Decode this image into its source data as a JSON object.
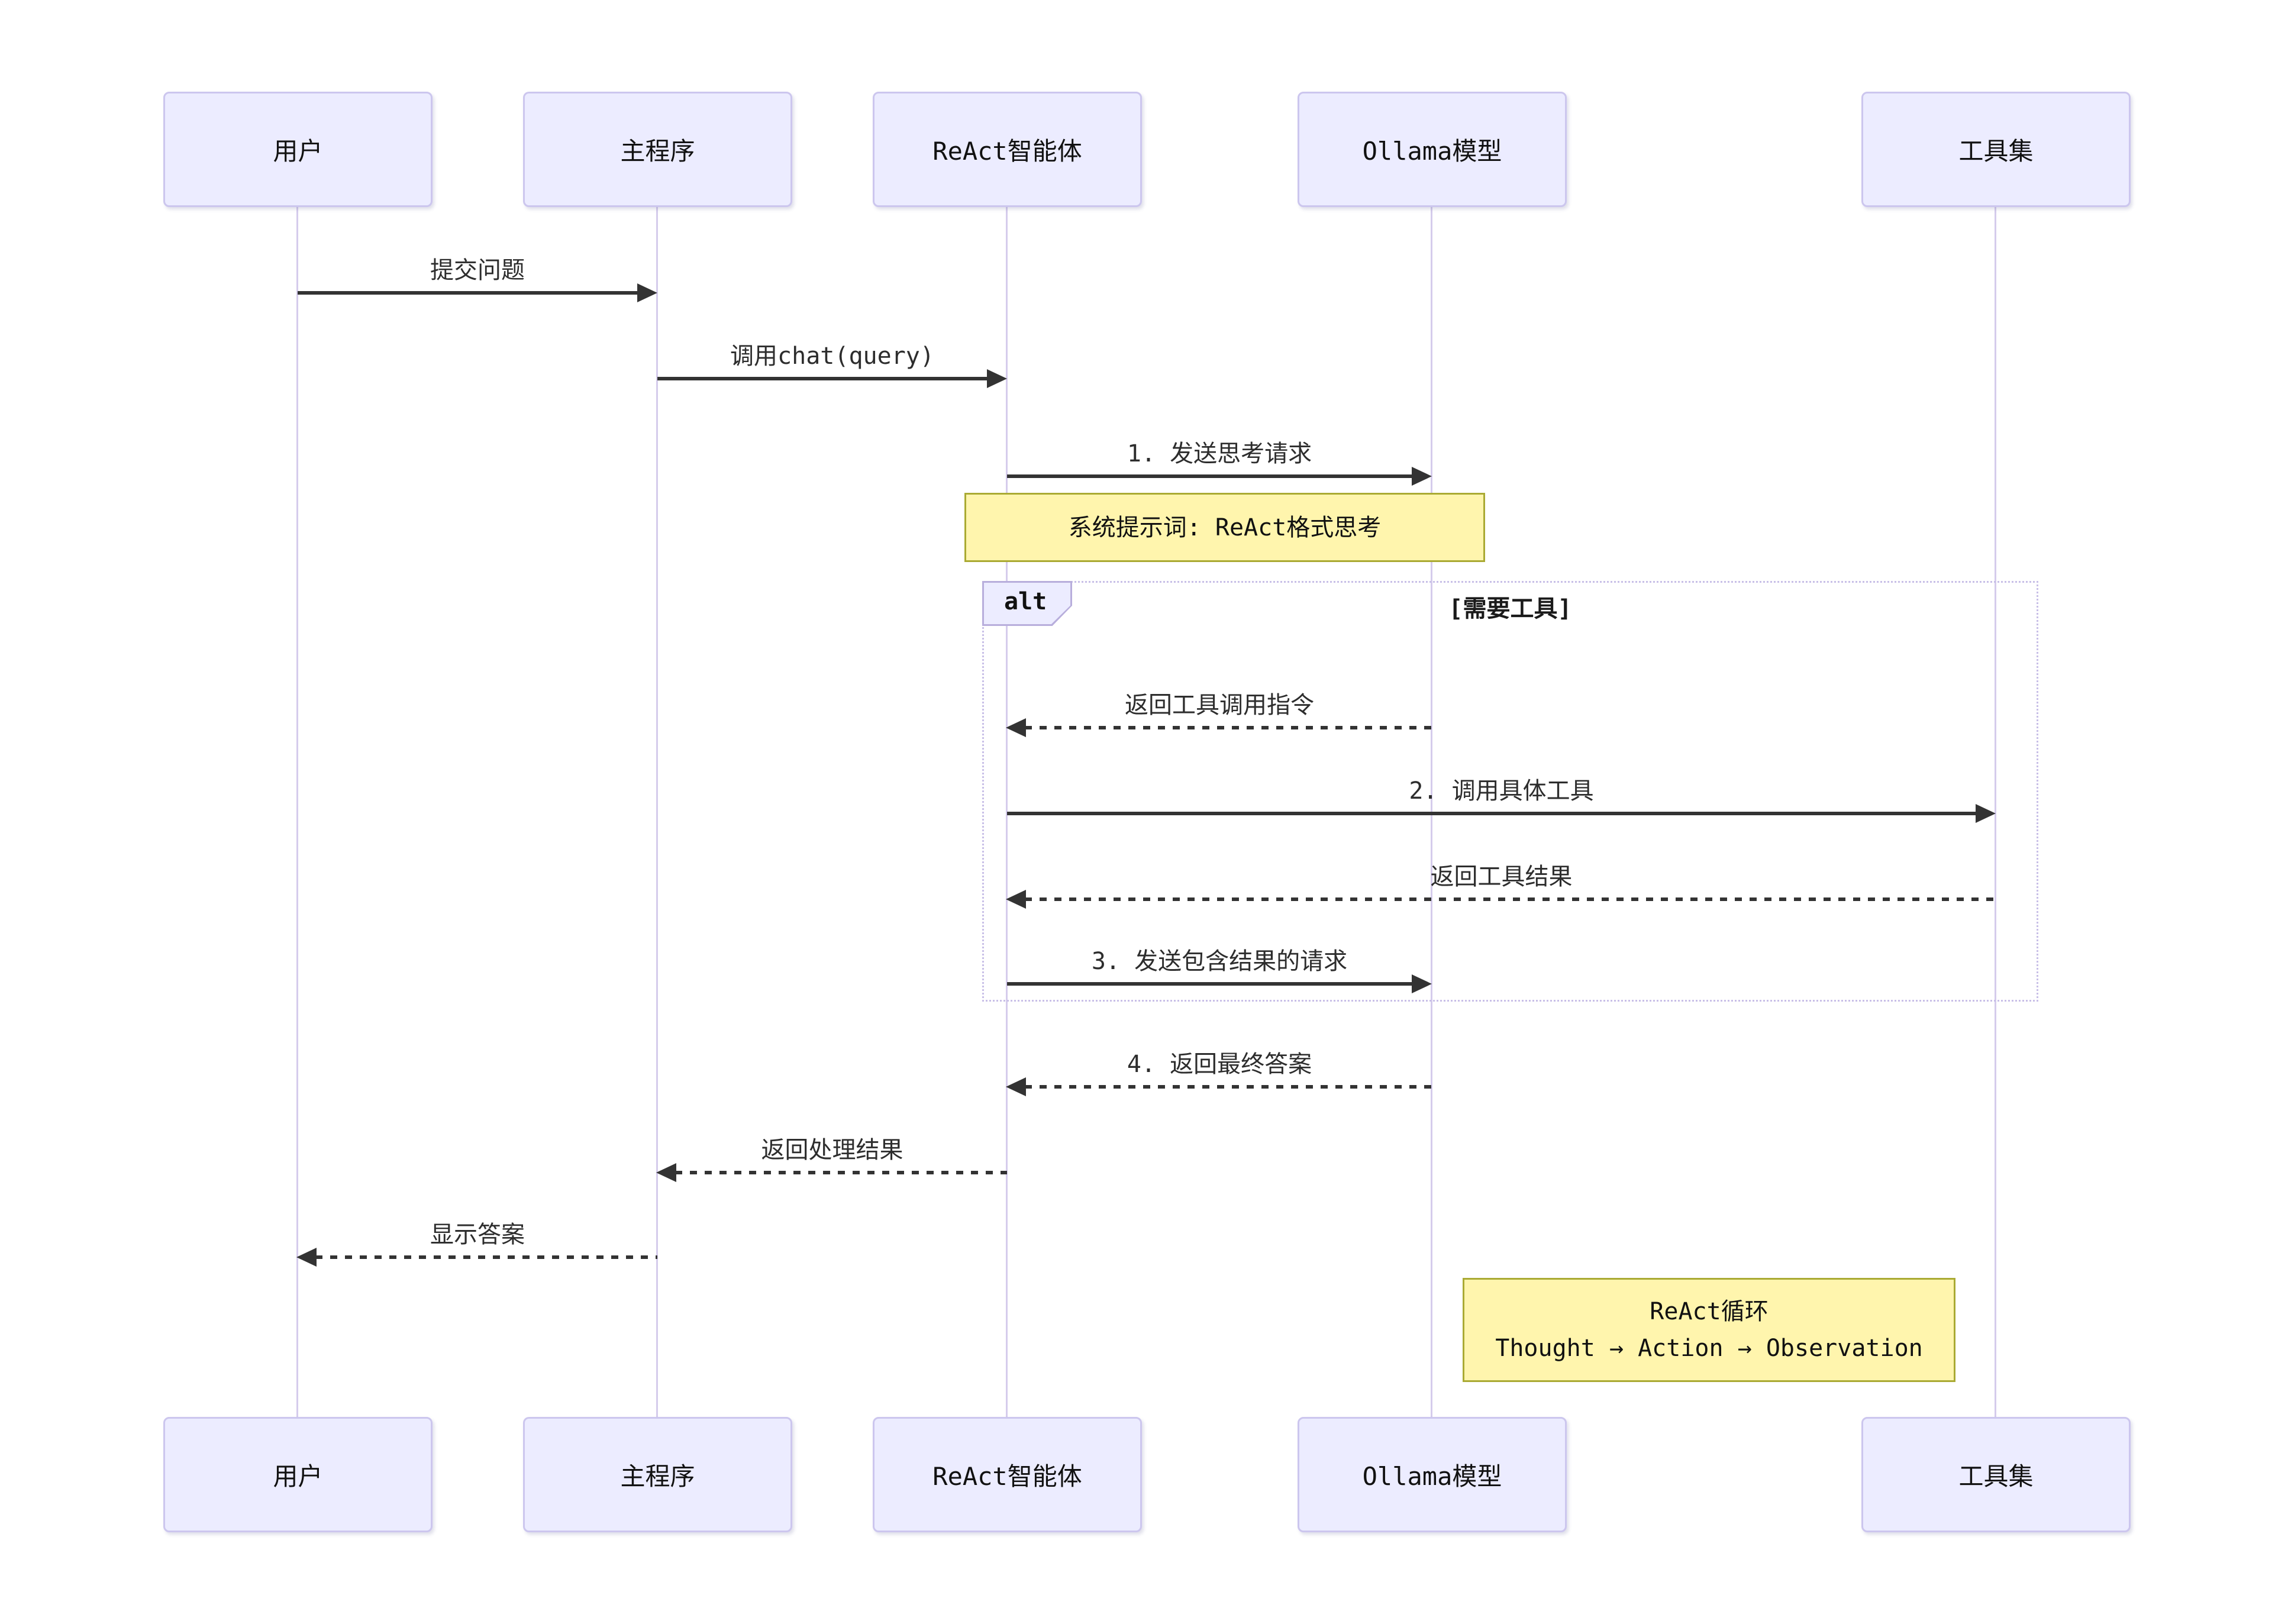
{
  "diagram_type": "sequence-diagram",
  "actors": [
    {
      "id": "user",
      "label": "用户"
    },
    {
      "id": "main",
      "label": "主程序"
    },
    {
      "id": "react",
      "label": "ReAct智能体"
    },
    {
      "id": "ollama",
      "label": "Ollama模型"
    },
    {
      "id": "tools",
      "label": "工具集"
    }
  ],
  "messages": [
    {
      "label": "提交问题",
      "from": "用户",
      "to": "主程序",
      "line": "solid"
    },
    {
      "label": "调用chat(query)",
      "from": "主程序",
      "to": "ReAct智能体",
      "line": "solid"
    },
    {
      "label": "1. 发送思考请求",
      "from": "ReAct智能体",
      "to": "Ollama模型",
      "line": "solid"
    },
    {
      "label": "返回工具调用指令",
      "from": "Ollama模型",
      "to": "ReAct智能体",
      "line": "dashed"
    },
    {
      "label": "2. 调用具体工具",
      "from": "ReAct智能体",
      "to": "工具集",
      "line": "solid"
    },
    {
      "label": "返回工具结果",
      "from": "工具集",
      "to": "ReAct智能体",
      "line": "dashed"
    },
    {
      "label": "3. 发送包含结果的请求",
      "from": "ReAct智能体",
      "to": "Ollama模型",
      "line": "solid"
    },
    {
      "label": "4. 返回最终答案",
      "from": "Ollama模型",
      "to": "ReAct智能体",
      "line": "dashed"
    },
    {
      "label": "返回处理结果",
      "from": "ReAct智能体",
      "to": "主程序",
      "line": "dashed"
    },
    {
      "label": "显示答案",
      "from": "主程序",
      "to": "用户",
      "line": "dashed"
    }
  ],
  "notes": [
    {
      "text": "系统提示词: ReAct格式思考",
      "over": "ReAct智能体,Ollama模型"
    },
    {
      "line1": "ReAct循环",
      "line2": "Thought → Action → Observation",
      "over": "Ollama模型,工具集"
    }
  ],
  "alt_frame": {
    "label": "alt",
    "condition": "[需要工具]"
  },
  "colors": {
    "actor_fill": "#ECECFF",
    "actor_border": "#CCC6EE",
    "lifeline": "#D5CCEC",
    "arrow": "#333333",
    "note_fill": "#FFF5AD",
    "note_border": "#AAAA33",
    "alt_border": "#C8BFE7",
    "background": "#FFFFFF"
  }
}
